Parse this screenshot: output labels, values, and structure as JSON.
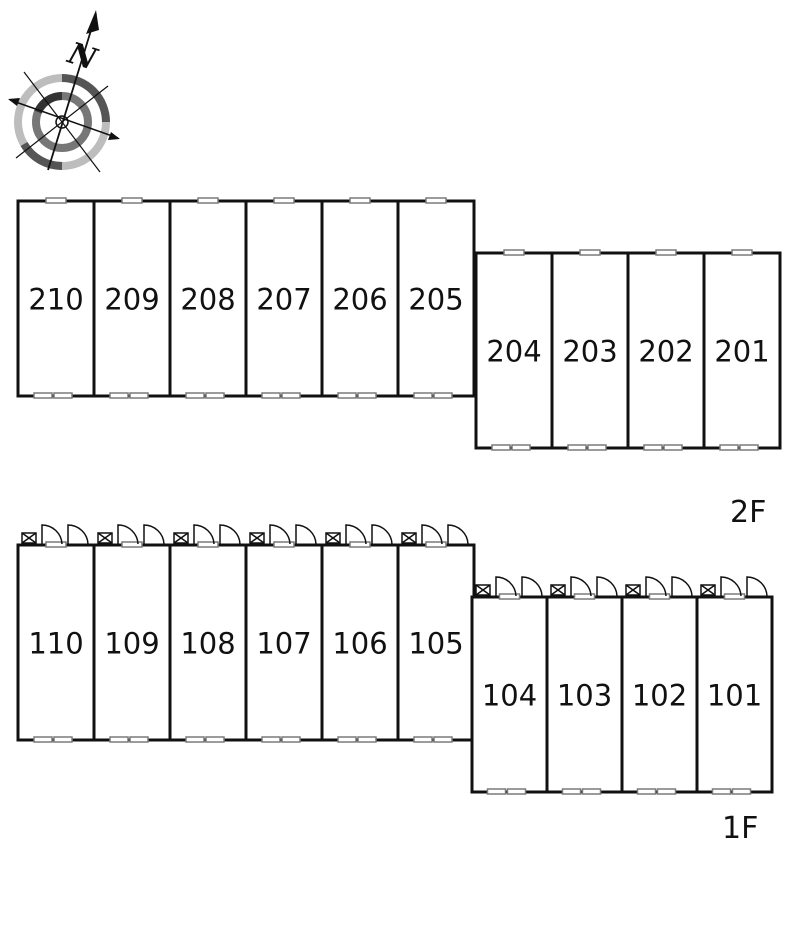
{
  "compass": {
    "north_label": "N"
  },
  "floors": [
    {
      "label": "2F",
      "rooms": [
        "210",
        "209",
        "208",
        "207",
        "206",
        "205",
        "204",
        "203",
        "202",
        "201"
      ]
    },
    {
      "label": "1F",
      "rooms": [
        "110",
        "109",
        "108",
        "107",
        "106",
        "105",
        "104",
        "103",
        "102",
        "101"
      ]
    }
  ]
}
